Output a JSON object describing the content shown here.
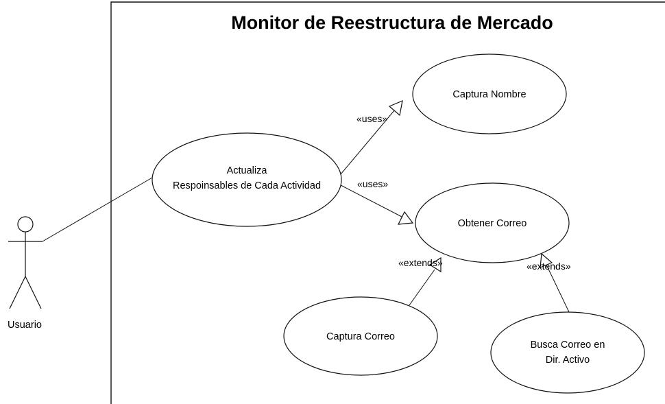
{
  "diagram": {
    "system_title": "Monitor de Reestructura de Mercado",
    "actor": {
      "name": "Usuario"
    },
    "use_cases": {
      "actualiza": {
        "line1": "Actualiza",
        "line2": "Respoinsables de Cada Actividad"
      },
      "captura_nombre": {
        "line1": "Captura Nombre"
      },
      "obtener_correo": {
        "line1": "Obtener Correo"
      },
      "captura_correo": {
        "line1": "Captura Correo"
      },
      "busca_correo": {
        "line1": "Busca Correo en",
        "line2": "Dir. Activo"
      }
    },
    "relationships": {
      "uses_1": "«uses»",
      "uses_2": "«uses»",
      "extends_1": "«extends»",
      "extends_2": "«extends»"
    },
    "colors": {
      "line": "#111111",
      "background": "#ffffff"
    }
  }
}
